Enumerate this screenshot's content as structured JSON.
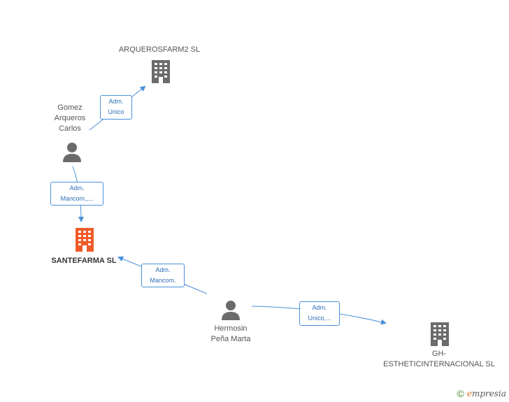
{
  "nodes": {
    "arquerosfarm2": {
      "label": "ARQUEROSFARM2 SL",
      "kind": "company"
    },
    "gomez": {
      "label_lines": [
        "Gomez",
        "Arqueros",
        "Carlos"
      ],
      "kind": "person"
    },
    "santefarma": {
      "label": "SANTEFARMA SL",
      "kind": "company-main"
    },
    "hermosin": {
      "label_lines": [
        "Hermosin",
        "Peña Marta"
      ],
      "kind": "person"
    },
    "gh": {
      "label_lines": [
        "GH-",
        "ESTHETICINTERNACIONAL SL"
      ],
      "kind": "company"
    }
  },
  "edges": {
    "gomez_arquerosfarm2": {
      "label_lines": [
        "Adm.",
        "Unico"
      ]
    },
    "gomez_santefarma": {
      "label_lines": [
        "Adm.",
        "Mancom.,..."
      ]
    },
    "hermosin_santefarma": {
      "label_lines": [
        "Adm.",
        "Mancom."
      ]
    },
    "hermosin_gh": {
      "label_lines": [
        "Adm.",
        "Unico,..."
      ]
    }
  },
  "credit": {
    "symbol": "©",
    "brand_first": "e",
    "brand_rest": "mpresia"
  },
  "colors": {
    "edge": "#4a90d9",
    "company": "#6b6b6b",
    "main_company": "#f05a28",
    "person": "#6b6b6b"
  }
}
